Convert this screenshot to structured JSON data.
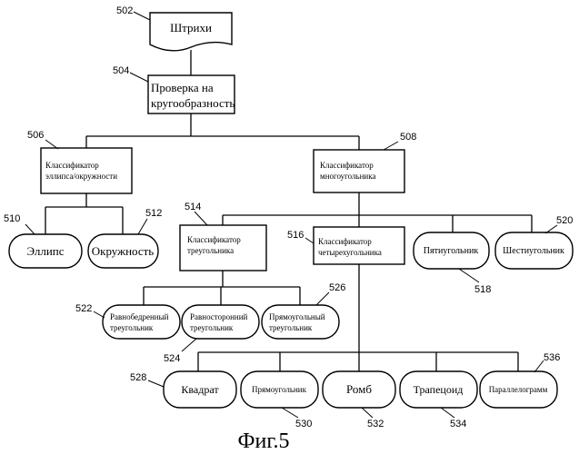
{
  "nodes": {
    "strokes": {
      "label": "Штрихи",
      "ref": "502"
    },
    "roundness_check": {
      "label_line1": "Проверка на",
      "label_line2": "кругообразность",
      "ref": "504"
    },
    "ellipse_classifier": {
      "label_line1": "Классификатор",
      "label_line2": "эллипса/окружности",
      "ref": "506"
    },
    "polygon_classifier": {
      "label_line1": "Классификатор",
      "label_line2": "многоугольника",
      "ref": "508"
    },
    "ellipse": {
      "label": "Эллипс",
      "ref": "510"
    },
    "circle": {
      "label": "Окружность",
      "ref": "512"
    },
    "triangle_classifier": {
      "label_line1": "Классификатор",
      "label_line2": "треугольника",
      "ref": "514"
    },
    "quad_classifier": {
      "label_line1": "Классификатор",
      "label_line2": "четырехугольника",
      "ref": "516"
    },
    "pentagon": {
      "label": "Пятиугольник",
      "ref": "518"
    },
    "hexagon": {
      "label": "Шестиугольник",
      "ref": "520"
    },
    "isosceles": {
      "label_line1": "Равнобедренный",
      "label_line2": "треугольник",
      "ref": "522"
    },
    "equilateral": {
      "label_line1": "Равносторонний",
      "label_line2": "треугольник",
      "ref": "524"
    },
    "right_triangle": {
      "label_line1": "Прямоугольный",
      "label_line2": "треугольник",
      "ref": "526"
    },
    "square": {
      "label": "Квадрат",
      "ref": "528"
    },
    "rectangle": {
      "label": "Прямоугольник",
      "ref": "530"
    },
    "rhombus": {
      "label": "Ромб",
      "ref": "532"
    },
    "trapezoid": {
      "label": "Трапецоид",
      "ref": "534"
    },
    "parallelogram": {
      "label": "Параллелограмм",
      "ref": "536"
    }
  },
  "caption": "Фиг.5"
}
